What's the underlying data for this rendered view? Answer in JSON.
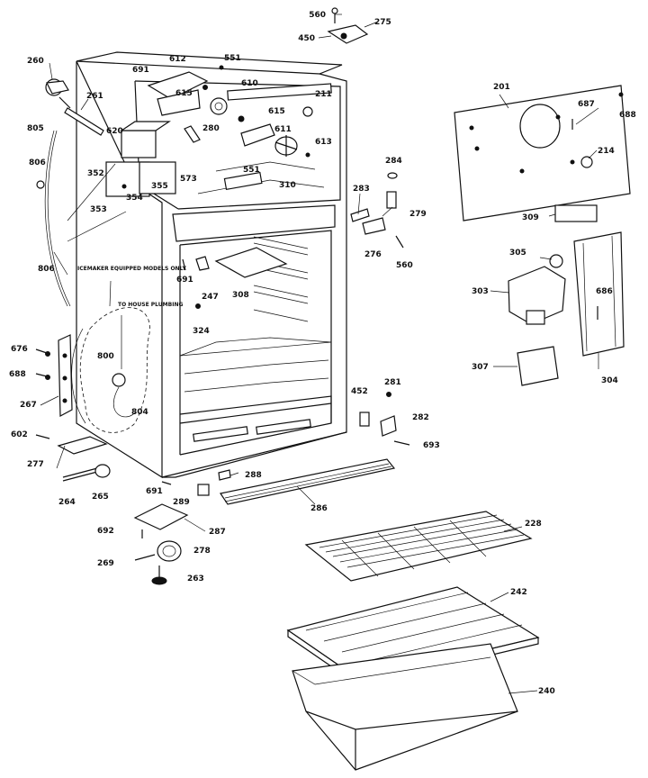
{
  "notes": {
    "icemaker": "ICEMAKER EQUIPPED MODELS ONLY",
    "plumbing": "TO HOUSE PLUMBING"
  },
  "labels": {
    "p560a": "560",
    "p275": "275",
    "p450": "450",
    "p260": "260",
    "p261": "261",
    "p612": "612",
    "p691a": "691",
    "p551a": "551",
    "p610": "610",
    "p615a": "615",
    "p211": "211",
    "p615b": "615",
    "p620": "620",
    "p280": "280",
    "p611": "611",
    "p613": "613",
    "p805": "805",
    "p352": "352",
    "p355": "355",
    "p573": "573",
    "p354": "354",
    "p353": "353",
    "p551b": "551",
    "p310": "310",
    "p806a": "806",
    "p806b": "806",
    "p201": "201",
    "p687": "687",
    "p688a": "688",
    "p214": "214",
    "p284": "284",
    "p283": "283",
    "p279": "279",
    "p276": "276",
    "p560b": "560",
    "p309": "309",
    "p305": "305",
    "p303": "303",
    "p686": "686",
    "p307": "307",
    "p304": "304",
    "p691b": "691",
    "p247": "247",
    "p308": "308",
    "p324": "324",
    "p676": "676",
    "p688b": "688",
    "p800": "800",
    "p804": "804",
    "p267": "267",
    "p452": "452",
    "p281": "281",
    "p282": "282",
    "p693": "693",
    "p602": "602",
    "p277": "277",
    "p264": "264",
    "p265": "265",
    "p691c": "691",
    "p288": "288",
    "p289": "289",
    "p286": "286",
    "p287": "287",
    "p692": "692",
    "p278": "278",
    "p269": "269",
    "p263": "263",
    "p228": "228",
    "p242": "242",
    "p240": "240"
  }
}
